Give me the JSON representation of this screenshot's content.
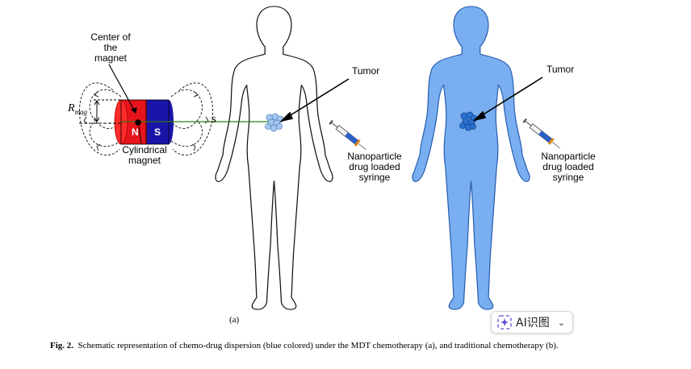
{
  "figure": {
    "left_panel": {
      "center_label": [
        "Center of",
        "the",
        "magnet"
      ],
      "rmag_symbol": "R",
      "rmag_subscript": "mag",
      "pole_n": "N",
      "pole_s": "S",
      "axis_label": "s",
      "magnet_label": [
        "Cylindrical",
        "magnet"
      ],
      "tumor_label": "Tumor",
      "syringe_label": [
        "Nanoparticle",
        "drug loaded",
        "syringe"
      ],
      "panel_letter": "(a)"
    },
    "right_panel": {
      "tumor_label": "Tumor",
      "syringe_label": [
        "Nanoparticle",
        "drug loaded",
        "syringe"
      ]
    },
    "colors": {
      "body_blue": "#79aef0",
      "magnet_red": "#e8141c",
      "magnet_blue": "#1b14a8",
      "axis_green": "#2d7a16"
    }
  },
  "ai_button": {
    "label": "AI识图",
    "icon": "sparkle-icon",
    "chevron": "chevron-down-icon"
  },
  "caption": {
    "prefix": "Fig. 2.",
    "text": "Schematic representation of chemo-drug dispersion (blue colored) under the MDT chemotherapy (a), and traditional chemotherapy (b)."
  }
}
